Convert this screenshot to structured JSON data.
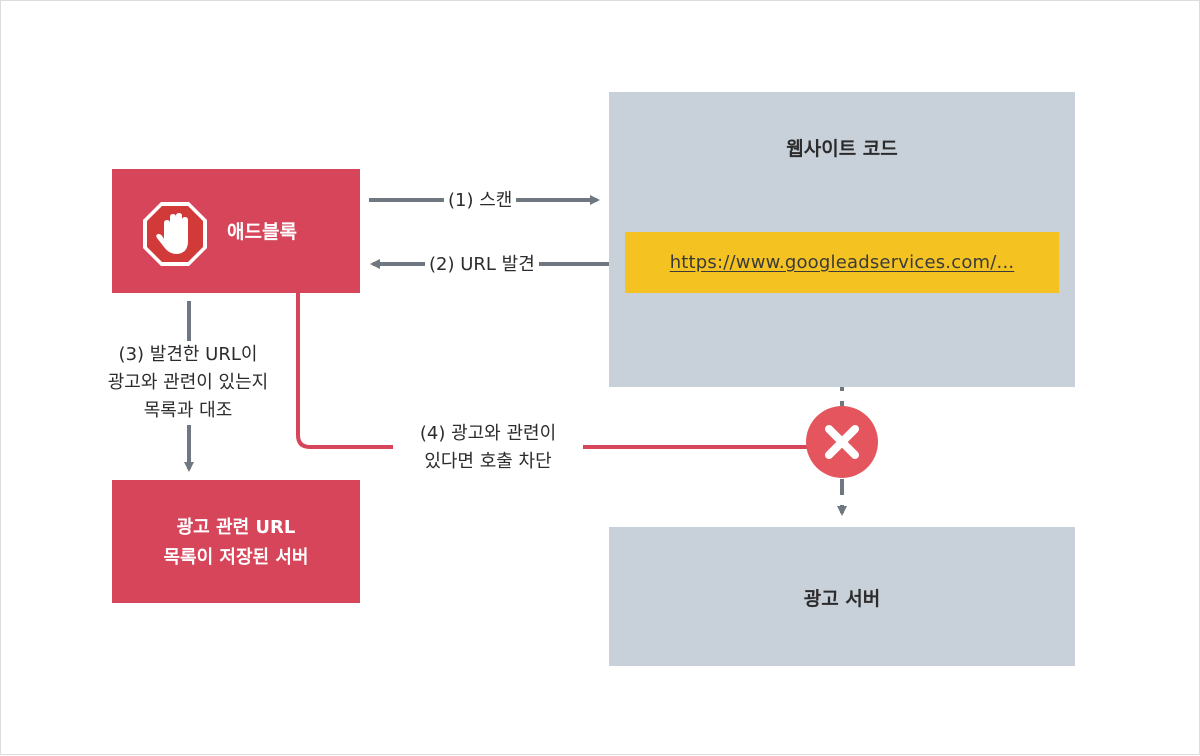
{
  "nodes": {
    "adblock": "애드블록",
    "website_code": "웹사이트 코드",
    "url": "https://www.googleadservices.com/...",
    "ad_server": "광고 서버",
    "ad_url_server_line1": "광고 관련 URL",
    "ad_url_server_line2": "목록이 저장된 서버"
  },
  "steps": {
    "scan": "(1) 스캔",
    "url_found": "(2) URL 발견",
    "compare_line1": "(3) 발견한 URL이",
    "compare_line2": "광고와 관련이 있는지",
    "compare_line3": "목록과 대조",
    "block_line1": "(4) 광고와 관련이",
    "block_line2": "있다면 호출 차단"
  },
  "colors": {
    "red_box": "#d64559",
    "gray_box": "#c8d0da",
    "url_highlight": "#f4c322",
    "arrow_gray": "#6f7780",
    "block_red": "#d64559",
    "x_circle": "#e4555d"
  },
  "icons": {
    "adblock_logo": "stop-hand-icon",
    "blocked": "x-circle-icon"
  }
}
